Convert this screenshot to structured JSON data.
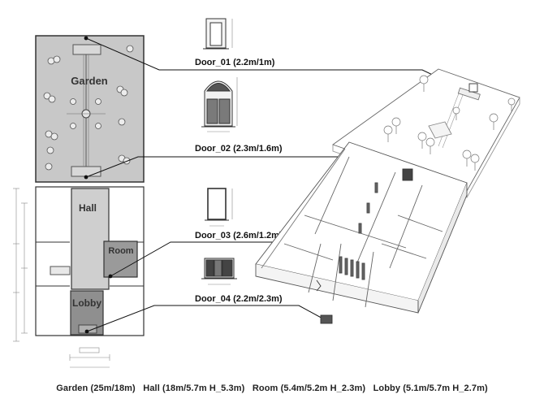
{
  "plan": {
    "garden_label": "Garden",
    "hall_label": "Hall",
    "room_label": "Room",
    "lobby_label": "Lobby"
  },
  "doors": {
    "door_01": "Door_01  (2.2m/1m)",
    "door_02": "Door_02  (2.3m/1.6m)",
    "door_03": "Door_03  (2.6m/1.2m)",
    "door_04": "Door_04  (2.2m/2.3m)"
  },
  "caption": {
    "garden": "Garden  (25m/18m)",
    "hall": "Hall  (18m/5.7m  H_5.3m)",
    "room": "Room  (5.4m/5.2m  H_2.3m)",
    "lobby": "Lobby  (5.1m/5.7m  H_2.7m)"
  },
  "colors": {
    "garden_fill": "#c8c8c8",
    "hall_fill": "#cfcfcf",
    "room_fill": "#9a9a9a",
    "lobby_fill": "#8f8f8f",
    "line": "#333333"
  }
}
